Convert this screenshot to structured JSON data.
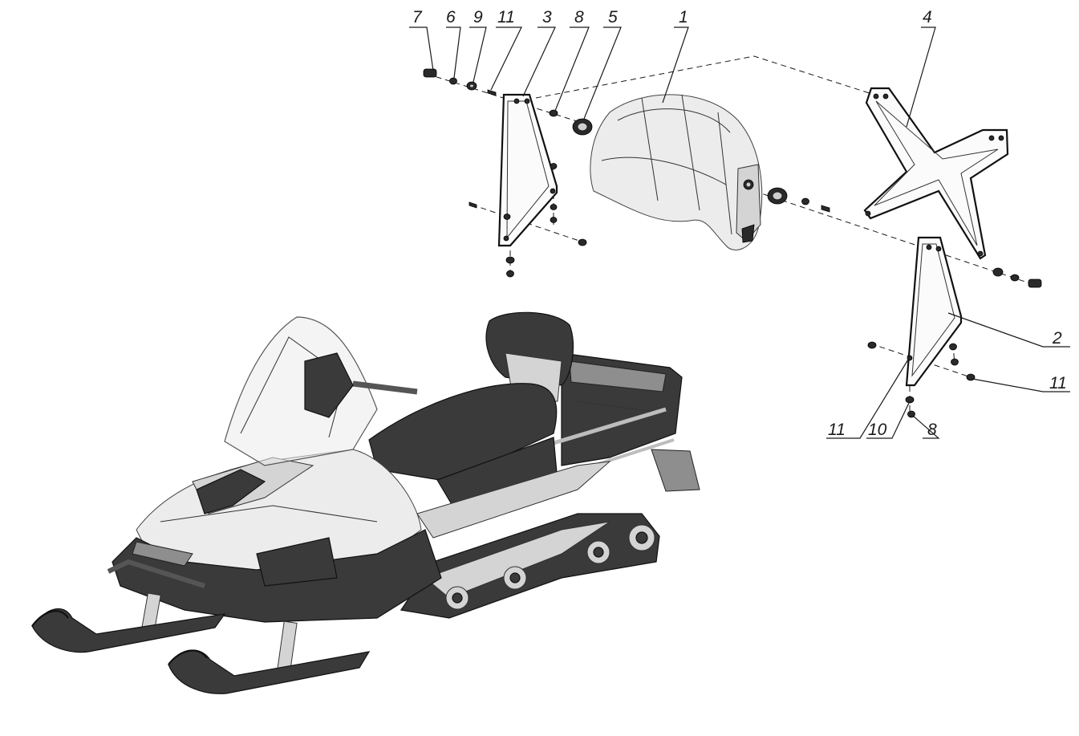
{
  "callouts": [
    {
      "id": "c1",
      "label": "1"
    },
    {
      "id": "c2",
      "label": "2"
    },
    {
      "id": "c3",
      "label": "3"
    },
    {
      "id": "c4",
      "label": "4"
    },
    {
      "id": "c5",
      "label": "5"
    },
    {
      "id": "c6",
      "label": "6"
    },
    {
      "id": "c7",
      "label": "7"
    },
    {
      "id": "c8a",
      "label": "8"
    },
    {
      "id": "c8b",
      "label": "8"
    },
    {
      "id": "c9",
      "label": "9"
    },
    {
      "id": "c10",
      "label": "10"
    },
    {
      "id": "c11a",
      "label": "11"
    },
    {
      "id": "c11b",
      "label": "11"
    },
    {
      "id": "c11c",
      "label": "11"
    }
  ],
  "colors": {
    "line": "#1a1a1a",
    "background": "#ffffff"
  }
}
